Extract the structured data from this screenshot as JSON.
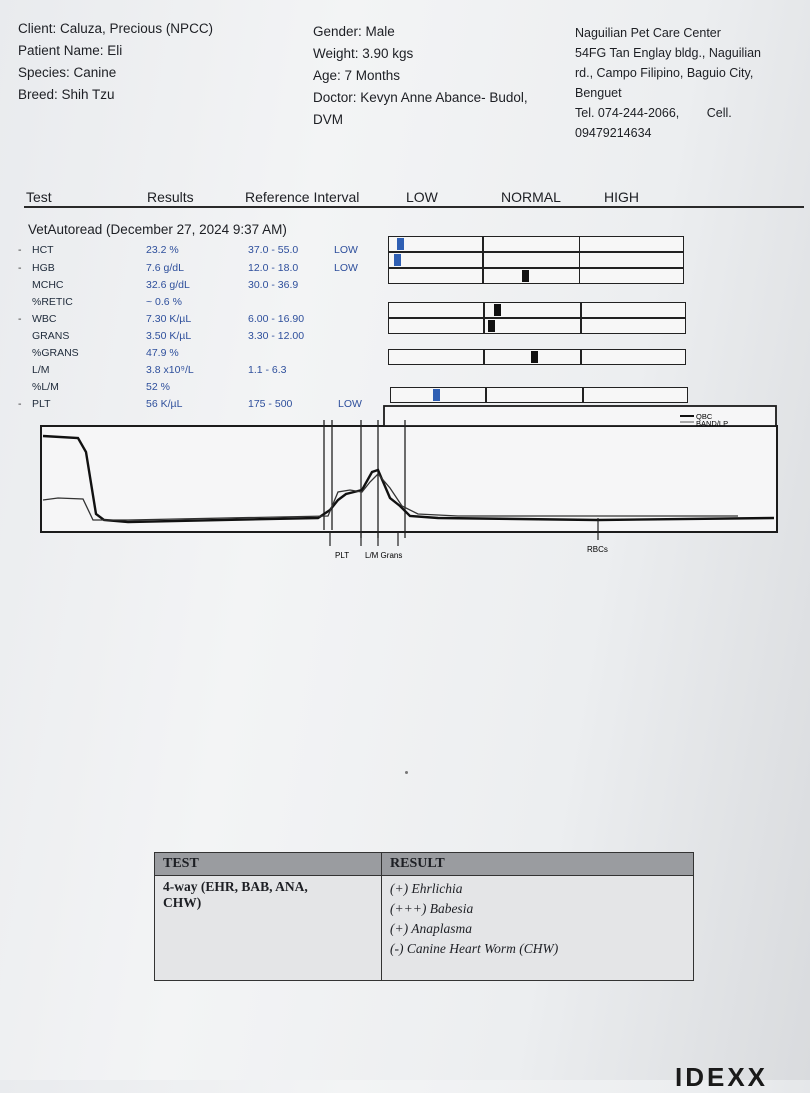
{
  "patient": {
    "client": "Client: Caluza, Precious (NPCC)",
    "name": "Patient Name: Eli",
    "species": "Species: Canine",
    "breed": "Breed: Shih Tzu",
    "gender": "Gender: Male",
    "weight": "Weight: 3.90 kgs",
    "age": "Age: 7 Months",
    "doctor_1": "Doctor: Kevyn Anne Abance- Budol,",
    "doctor_2": "DVM"
  },
  "clinic": {
    "line1": "Naguilian Pet Care Center",
    "line2": "54FG Tan Englay bldg., Naguilian",
    "line3": "rd., Campo Filipino, Baguio City,",
    "line4": "Benguet",
    "line5a": "Tel. 074-244-2066,",
    "line5b": "Cell.",
    "line6": "09479214634"
  },
  "columns": {
    "test": "Test",
    "results": "Results",
    "reference": "Reference Interval",
    "low": "LOW",
    "normal": "NORMAL",
    "high": "HIGH"
  },
  "section_title": "VetAutoread (December 27, 2024 9:37 AM)",
  "rows": [
    {
      "name": "HCT",
      "dash": "-",
      "result": "23.2 %",
      "ref": "37.0 - 55.0",
      "flag": "LOW",
      "bar_level": 0.02,
      "bar_group": 1
    },
    {
      "name": "HGB",
      "dash": "-",
      "result": "7.6 g/dL",
      "ref": "12.0 - 18.0",
      "flag": "LOW",
      "bar_level": 0.01,
      "bar_group": 1
    },
    {
      "name": "MCHC",
      "dash": "",
      "result": "32.6 g/dL",
      "ref": "30.0 - 36.9",
      "flag": "",
      "bar_level": 0.46,
      "bar_group": 1
    },
    {
      "name": "%RETIC",
      "dash": "",
      "result": "~ 0.6 %",
      "ref": "",
      "flag": ""
    },
    {
      "name": "WBC",
      "dash": "-",
      "result": "7.30 K/µL",
      "ref": "6.00 - 16.90",
      "flag": "",
      "bar_level": 0.36,
      "bar_group": 2
    },
    {
      "name": "GRANS",
      "dash": "",
      "result": "3.50 K/µL",
      "ref": "3.30 - 12.00",
      "flag": "",
      "bar_level": 0.34,
      "bar_group": 2
    },
    {
      "name": "%GRANS",
      "dash": "",
      "result": "47.9 %",
      "ref": "",
      "flag": "",
      "bar_level": 0.49,
      "bar_group": 3
    },
    {
      "name": "L/M",
      "dash": "",
      "result": "3.8 x10⁹/L",
      "ref": "1.1 - 6.3",
      "flag": ""
    },
    {
      "name": "%L/M",
      "dash": "",
      "result": "52 %",
      "ref": "",
      "flag": ""
    },
    {
      "name": "PLT",
      "dash": "-",
      "result": "56 K/µL",
      "ref": "175 - 500",
      "flag": "LOW",
      "bar_level": 0.14,
      "bar_group": 4
    }
  ],
  "histogram": {
    "legend_1": "QBC",
    "legend_2": "BAND/LP",
    "label_plt": "PLT",
    "label_lmgrans": "L/M Grans",
    "label_rbcs": "RBCs"
  },
  "result_table": {
    "header_test": "TEST",
    "header_result": "RESULT",
    "test_1": "4-way (EHR, BAB, ANA,",
    "test_2": "CHW)",
    "results": [
      "(+) Ehrlichia",
      "(+++) Babesia",
      "(+) Anaplasma",
      "(-) Canine Heart Worm (CHW)"
    ]
  },
  "footer_logo": "IDEXX",
  "colors": {
    "low_marker": "#2f5fb3",
    "normal_marker": "#111111"
  }
}
